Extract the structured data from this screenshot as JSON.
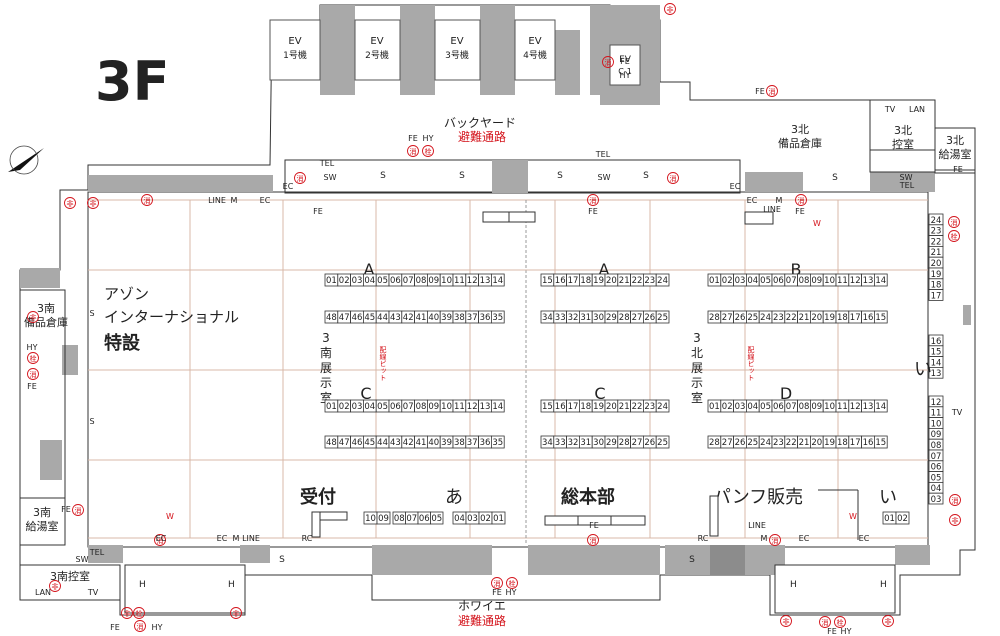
{
  "floor": "3F",
  "elevators": [
    "EV\n1号機",
    "EV\n2号機",
    "EV\n3号機",
    "EV\n4号機",
    "EV\nC-1"
  ],
  "top_labels": {
    "backyard": "バックヤード",
    "evac_top": "避難通路",
    "foyer": "ホワイエ",
    "evac_bottom": "避難通路"
  },
  "rooms": {
    "north_storage": "3北\n備品倉庫",
    "north_control": "3北\n控室",
    "north_kitchen": "3北\n給湯室",
    "south_storage": "3南\n備品倉庫",
    "south_kitchen": "3南\n給湯室",
    "south_control": "3南控室",
    "south_hall": "3\n南\n展\n示\n室",
    "north_hall": "3\n北\n展\n示\n室"
  },
  "exhibitor": {
    "line1": "アゾン",
    "line2": "インターナショナル",
    "line3": "特設"
  },
  "zones": {
    "reception": "受付",
    "a_kana": "あ",
    "hq": "総本部",
    "pamphlet": "パンフ販売",
    "i_kana": "い",
    "i_kana_side": "い"
  },
  "block_letters": {
    "A1": "A",
    "A2": "A",
    "B": "B",
    "C1": "C",
    "C2": "C",
    "D": "D"
  },
  "booth_rows": {
    "A1_top": [
      "01",
      "02",
      "03",
      "04",
      "05",
      "06",
      "07",
      "08",
      "09",
      "10",
      "11",
      "12",
      "13",
      "14"
    ],
    "A1_bot": [
      "48",
      "47",
      "46",
      "45",
      "44",
      "43",
      "42",
      "41",
      "40",
      "39",
      "38",
      "37",
      "36",
      "35"
    ],
    "A2_top": [
      "15",
      "16",
      "17",
      "18",
      "19",
      "20",
      "21",
      "22",
      "23",
      "24"
    ],
    "A2_bot": [
      "34",
      "33",
      "32",
      "31",
      "30",
      "29",
      "28",
      "27",
      "26",
      "25"
    ],
    "B_top": [
      "01",
      "02",
      "03",
      "04",
      "05",
      "06",
      "07",
      "08",
      "09",
      "10",
      "11",
      "12",
      "13",
      "14"
    ],
    "B_bot": [
      "28",
      "27",
      "26",
      "25",
      "24",
      "23",
      "22",
      "21",
      "20",
      "19",
      "18",
      "17",
      "16",
      "15"
    ],
    "C1_top": [
      "01",
      "02",
      "03",
      "04",
      "05",
      "06",
      "07",
      "08",
      "09",
      "10",
      "11",
      "12",
      "13",
      "14"
    ],
    "C1_bot": [
      "48",
      "47",
      "46",
      "45",
      "44",
      "43",
      "42",
      "41",
      "40",
      "39",
      "38",
      "37",
      "36",
      "35"
    ],
    "C2_top": [
      "15",
      "16",
      "17",
      "18",
      "19",
      "20",
      "21",
      "22",
      "23",
      "24"
    ],
    "C2_bot": [
      "34",
      "33",
      "32",
      "31",
      "30",
      "29",
      "28",
      "27",
      "26",
      "25"
    ],
    "D_top": [
      "01",
      "02",
      "03",
      "04",
      "05",
      "06",
      "07",
      "08",
      "09",
      "10",
      "11",
      "12",
      "13",
      "14"
    ],
    "D_bot": [
      "28",
      "27",
      "26",
      "25",
      "24",
      "23",
      "22",
      "21",
      "20",
      "19",
      "18",
      "17",
      "16",
      "15"
    ],
    "a_left": [
      "10",
      "09"
    ],
    "a_mid": [
      "08",
      "07",
      "06",
      "05"
    ],
    "a_right": [
      "04",
      "03",
      "02",
      "01"
    ],
    "i_small": [
      "01",
      "02"
    ],
    "side_top": [
      "24",
      "23",
      "22",
      "21",
      "20",
      "19",
      "18",
      "17"
    ],
    "side_mid": [
      "16",
      "15",
      "14",
      "13"
    ],
    "side_bot": [
      "12",
      "11",
      "10",
      "09",
      "08",
      "07",
      "06",
      "05",
      "04",
      "03"
    ]
  },
  "symbols": {
    "exit": "非",
    "extinguisher": "消",
    "hydrant": "栓",
    "fe": "FE",
    "hy": "HY",
    "tel": "TEL",
    "sw": "SW",
    "s": "S",
    "ec": "EC",
    "m": "M",
    "line": "LINE",
    "rc": "RC",
    "w": "W",
    "tv": "TV",
    "lan": "LAN",
    "h": "H",
    "wiring_pit": "配線ピット"
  }
}
